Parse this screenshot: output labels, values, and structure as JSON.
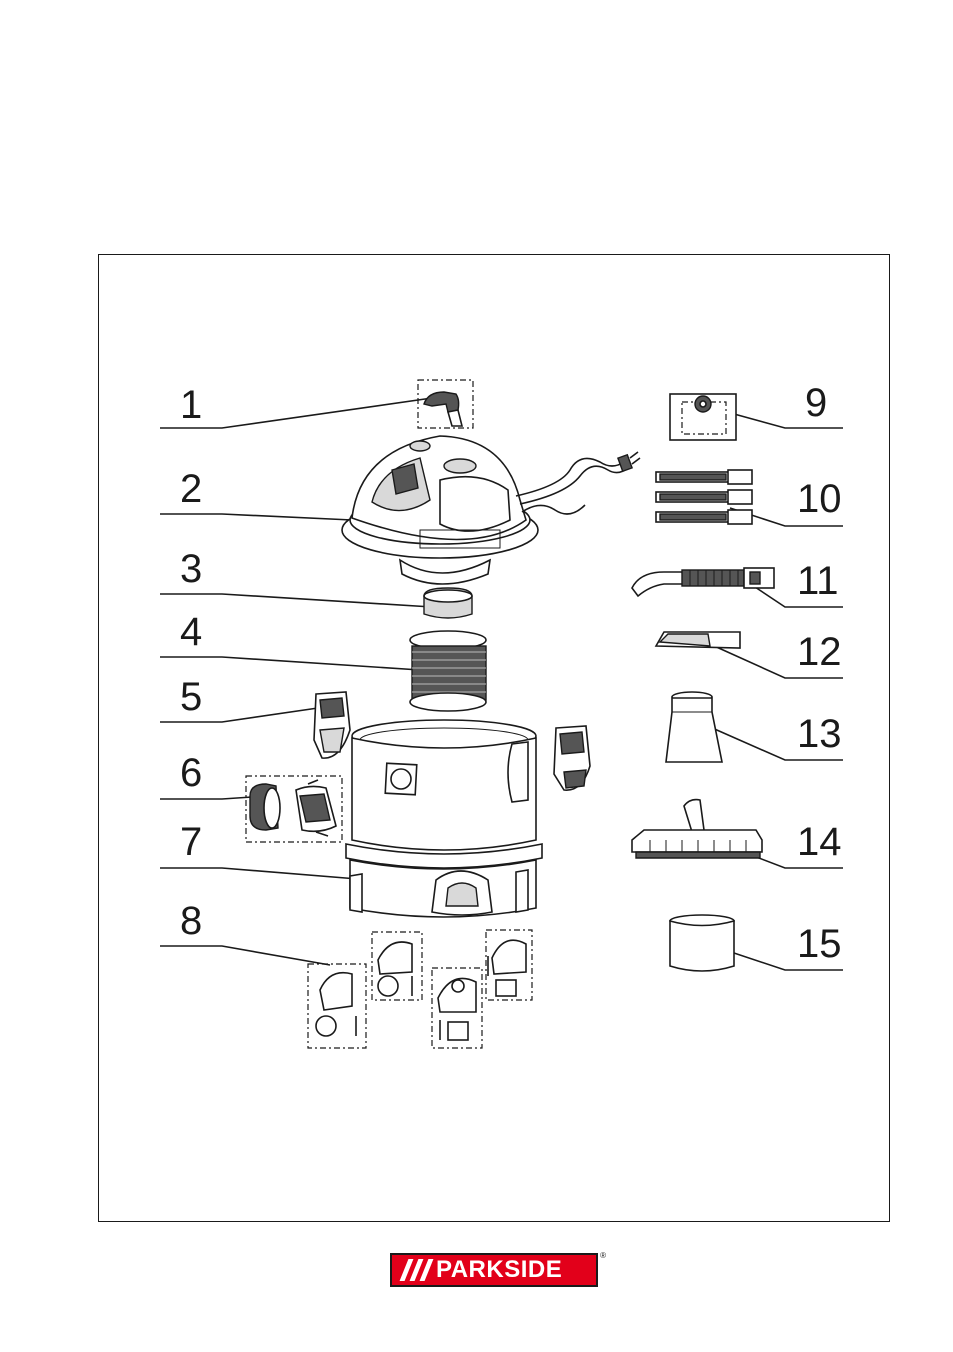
{
  "diagram": {
    "labels_left": [
      {
        "id": "1",
        "text": "1"
      },
      {
        "id": "2",
        "text": "2"
      },
      {
        "id": "3",
        "text": "3"
      },
      {
        "id": "4",
        "text": "4"
      },
      {
        "id": "5",
        "text": "5"
      },
      {
        "id": "6",
        "text": "6"
      },
      {
        "id": "7",
        "text": "7"
      },
      {
        "id": "8",
        "text": "8"
      }
    ],
    "labels_right": [
      {
        "id": "9",
        "text": "9"
      },
      {
        "id": "10",
        "text": "10"
      },
      {
        "id": "11",
        "text": "11"
      },
      {
        "id": "12",
        "text": "12"
      },
      {
        "id": "13",
        "text": "13"
      },
      {
        "id": "14",
        "text": "14"
      },
      {
        "id": "15",
        "text": "15"
      }
    ]
  },
  "logo": {
    "brand": "PARKSIDE",
    "registered": "®",
    "color": "#e2001a"
  }
}
